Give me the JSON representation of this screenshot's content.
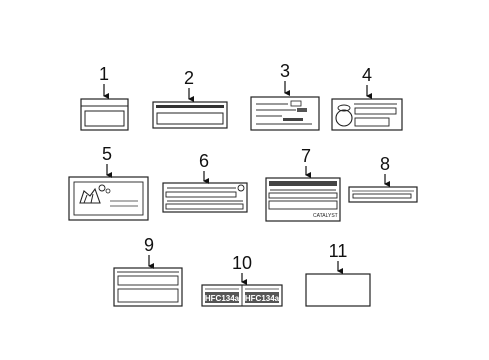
{
  "callouts": [
    {
      "id": "1",
      "label": "1"
    },
    {
      "id": "2",
      "label": "2"
    },
    {
      "id": "3",
      "label": "3"
    },
    {
      "id": "4",
      "label": "4"
    },
    {
      "id": "5",
      "label": "5"
    },
    {
      "id": "6",
      "label": "6"
    },
    {
      "id": "7",
      "label": "7"
    },
    {
      "id": "8",
      "label": "8"
    },
    {
      "id": "9",
      "label": "9"
    },
    {
      "id": "10",
      "label": "10"
    },
    {
      "id": "11",
      "label": "11"
    }
  ],
  "label_7": {
    "catalyst_text": "CATALYST"
  },
  "label_10": {
    "refrigerant_text": "HFC134a"
  }
}
